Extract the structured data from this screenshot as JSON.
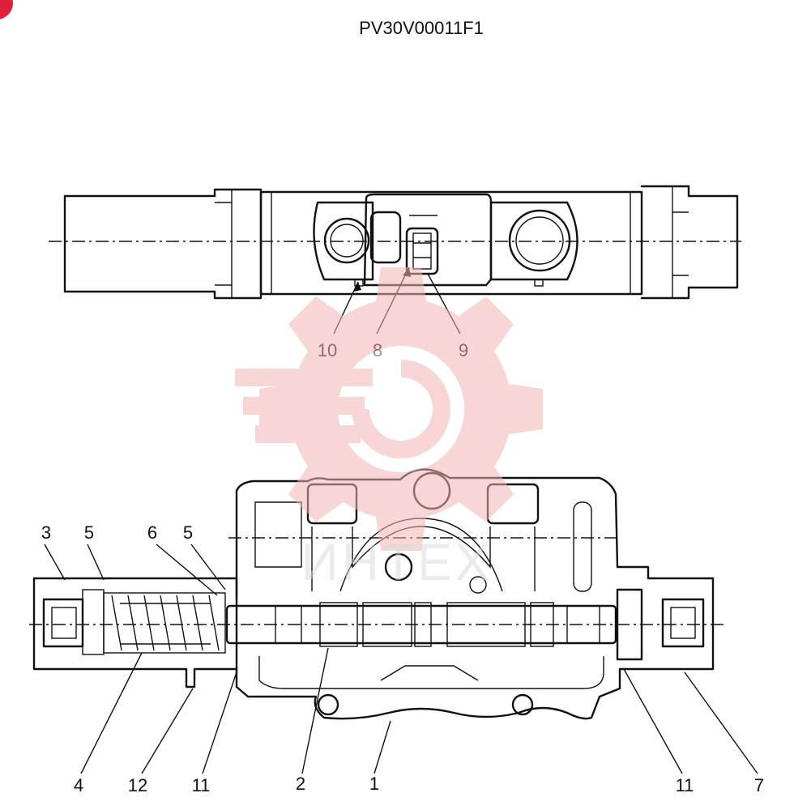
{
  "figure": {
    "code": "PV30V00011F1",
    "watermark_text": "ИНТЕХ"
  },
  "top_view": {
    "labels": [
      {
        "key": "10",
        "text": "10"
      },
      {
        "key": "8",
        "text": "8"
      },
      {
        "key": "9",
        "text": "9"
      }
    ]
  },
  "section_view": {
    "labels": [
      {
        "key": "3",
        "text": "3"
      },
      {
        "key": "5a",
        "text": "5"
      },
      {
        "key": "6",
        "text": "6"
      },
      {
        "key": "5b",
        "text": "5"
      },
      {
        "key": "4",
        "text": "4"
      },
      {
        "key": "12",
        "text": "12"
      },
      {
        "key": "11a",
        "text": "11"
      },
      {
        "key": "2",
        "text": "2"
      },
      {
        "key": "1",
        "text": "1"
      },
      {
        "key": "11b",
        "text": "11"
      },
      {
        "key": "7",
        "text": "7"
      }
    ]
  },
  "colors": {
    "line": "#111111",
    "watermark": "#f3b5b5",
    "corner_badge": "#e0203a"
  },
  "icons": [
    "corner-badge-icon",
    "gear-watermark-icon"
  ]
}
